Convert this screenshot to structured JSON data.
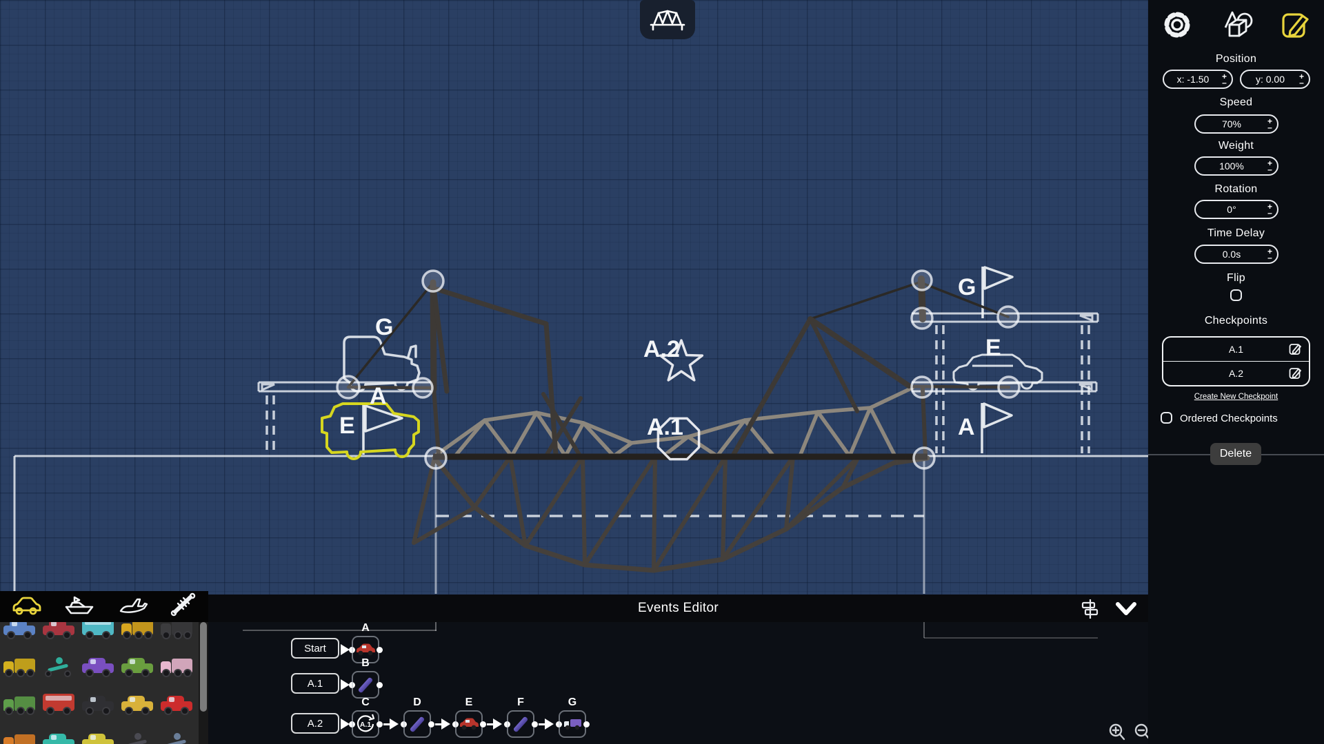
{
  "top_toolbar": {
    "bridge_icon": "bridge-blueprint-icon"
  },
  "canvas": {
    "labels": {
      "left_vehicle_g": "G",
      "left_checkpoint_a": "A",
      "left_vehicle_e": "E",
      "star_label": "A.2",
      "octagon_label": "A.1",
      "right_flag_g": "G",
      "right_vehicle_e": "E",
      "right_flag_a": "A"
    },
    "highlight_color": "#d6d61f"
  },
  "sidebar": {
    "sections": {
      "position": "Position",
      "speed": "Speed",
      "weight": "Weight",
      "rotation": "Rotation",
      "time_delay": "Time Delay",
      "flip": "Flip",
      "checkpoints": "Checkpoints"
    },
    "values": {
      "x": "x: -1.50",
      "y": "y: 0.00",
      "speed": "70%",
      "weight": "100%",
      "rotation": "0°",
      "time_delay": "0.0s"
    },
    "checkpoints": [
      "A.1",
      "A.2"
    ],
    "create_new_checkpoint": "Create New Checkpoint",
    "ordered_checkpoints": "Ordered Checkpoints",
    "delete_label": "Delete",
    "accent_color": "#e8d43c"
  },
  "events": {
    "title": "Events Editor",
    "rows": [
      {
        "trigger": "Start",
        "nodes": [
          {
            "letter": "A",
            "icon": "car"
          }
        ]
      },
      {
        "trigger": "A.1",
        "nodes": [
          {
            "letter": "B",
            "icon": "beam"
          }
        ]
      },
      {
        "trigger": "A.2",
        "nodes": [
          {
            "letter": "C",
            "icon": "loop",
            "loop_label": "A.1"
          },
          {
            "letter": "D",
            "icon": "beam"
          },
          {
            "letter": "E",
            "icon": "car"
          },
          {
            "letter": "F",
            "icon": "beam"
          },
          {
            "letter": "G",
            "icon": "truck"
          }
        ]
      }
    ],
    "icon_colors": {
      "car": "#b8352c",
      "beam": "#7265c8",
      "truck": "#7a5fc0"
    }
  },
  "palette": {
    "tabs": [
      {
        "name": "cars",
        "selected": true
      },
      {
        "name": "boats",
        "selected": false
      },
      {
        "name": "planes",
        "selected": false
      },
      {
        "name": "tools",
        "selected": false
      }
    ],
    "selected_color": "#e8d43c",
    "vehicles": [
      [
        {
          "type": "car",
          "color": "#5b82c4"
        },
        {
          "type": "car",
          "color": "#a83540"
        },
        {
          "type": "bus",
          "color": "#4fb8c4"
        },
        {
          "type": "truck",
          "color": "#d8a61f"
        },
        {
          "type": "truck",
          "color": "#3c3c3e"
        }
      ],
      [
        {
          "type": "truck",
          "color": "#d4b01e"
        },
        {
          "type": "scooter",
          "color": "#2fae9b"
        },
        {
          "type": "car",
          "color": "#7a4fc0"
        },
        {
          "type": "car",
          "color": "#6a9e3f"
        },
        {
          "type": "truck",
          "color": "#e8b7cf"
        }
      ],
      [
        {
          "type": "truck",
          "color": "#5e9e4a"
        },
        {
          "type": "bus",
          "color": "#c23a30"
        },
        {
          "type": "car",
          "color": "#2f2f33"
        },
        {
          "type": "car",
          "color": "#d8b13a"
        },
        {
          "type": "car",
          "color": "#cc2c2c"
        }
      ],
      [
        {
          "type": "truck",
          "color": "#d87c28"
        },
        {
          "type": "car",
          "color": "#35b9a8"
        },
        {
          "type": "car",
          "color": "#cfc23a"
        },
        {
          "type": "scooter",
          "color": "#4a4a52"
        },
        {
          "type": "scooter",
          "color": "#6a7e99"
        }
      ]
    ]
  }
}
